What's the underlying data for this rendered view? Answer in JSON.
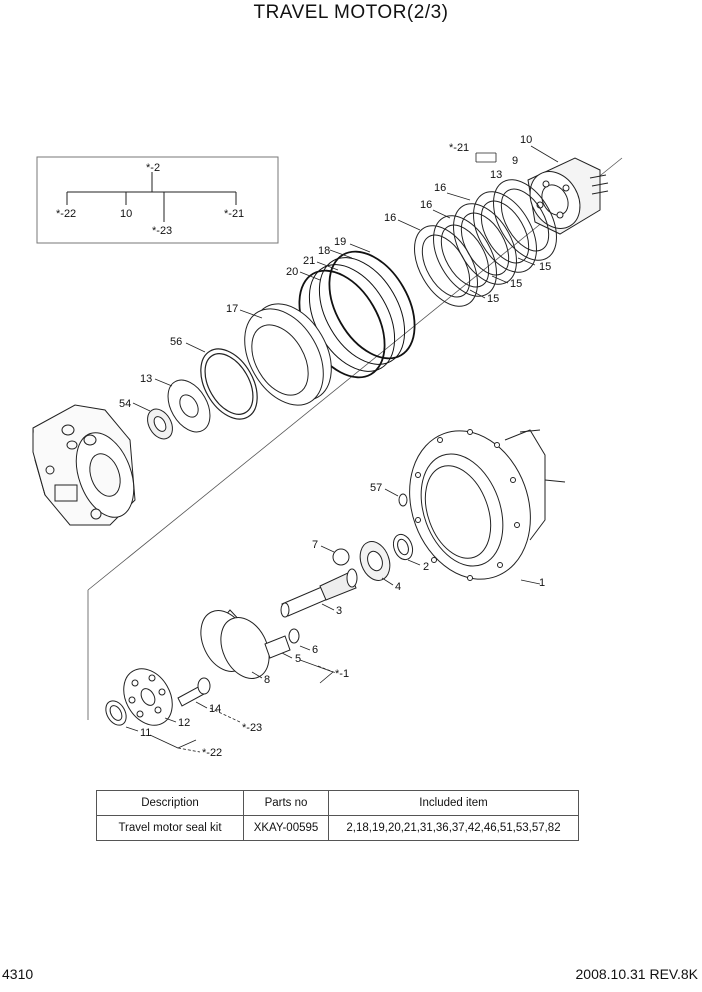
{
  "page": {
    "title": "TRAVEL MOTOR(2/3)",
    "page_number": "4310",
    "revision": "2008.10.31  REV.8K"
  },
  "legend": {
    "root": "*-2",
    "children": [
      "*-22",
      "10",
      "*-23",
      "*-21"
    ]
  },
  "callouts": {
    "c1": "1",
    "c2": "2",
    "c3": "3",
    "c4": "4",
    "c5": "5",
    "c6": "6",
    "c7": "7",
    "c8": "8",
    "c9": "9",
    "c10": "10",
    "c11": "11",
    "c12": "12",
    "c13_top": "13",
    "c13_mid": "13",
    "c14": "14",
    "c15a": "15",
    "c15b": "15",
    "c15c": "15",
    "c16a": "16",
    "c16b": "16",
    "c16c": "16",
    "c17": "17",
    "c18": "18",
    "c19": "19",
    "c20": "20",
    "c21": "21",
    "c54": "54",
    "c56": "56",
    "c57": "57",
    "k21": "*-21",
    "k1": "*-1",
    "k23": "*-23",
    "k22": "*-22"
  },
  "kit_table": {
    "headers": [
      "Description",
      "Parts no",
      "Included item"
    ],
    "rows": [
      [
        "Travel motor seal kit",
        "XKAY-00595",
        "2,18,19,20,21,31,36,37,42,46,51,53,57,82"
      ]
    ]
  }
}
